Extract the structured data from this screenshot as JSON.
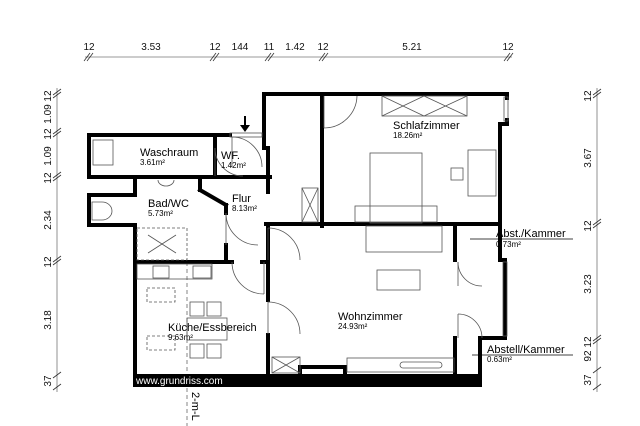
{
  "dimensions": {
    "top": [
      "12",
      "3.53",
      "12",
      "144",
      "11",
      "1.42",
      "12",
      "5.21",
      "12"
    ],
    "left": [
      "12",
      "1.09",
      "12",
      "1.09",
      "12",
      "2.34",
      "12",
      "3.18",
      "37"
    ],
    "right": [
      "12",
      "3.67",
      "12",
      "3.23",
      "12",
      "92",
      "37"
    ]
  },
  "rooms": [
    {
      "name": "Waschraum",
      "area": "3.61m²"
    },
    {
      "name": "WF.",
      "area": "1.42m²"
    },
    {
      "name": "Bad/WC",
      "area": "5.73m²"
    },
    {
      "name": "Flur",
      "area": "8.13m²"
    },
    {
      "name": "Schlafzimmer",
      "area": "18.26m²"
    },
    {
      "name": "Abst./Kammer",
      "area": "0.73m²"
    },
    {
      "name": "Wohnzimmer",
      "area": "24.93m²"
    },
    {
      "name": "Küche/Essbereich",
      "area": "9.63m²"
    },
    {
      "name": "Abstell/Kammer",
      "area": "0.63m²"
    }
  ],
  "watermark": "www.grundriss.com",
  "section_marker": "2-m-L",
  "icons": {
    "entrance": "arrow-down-icon"
  }
}
